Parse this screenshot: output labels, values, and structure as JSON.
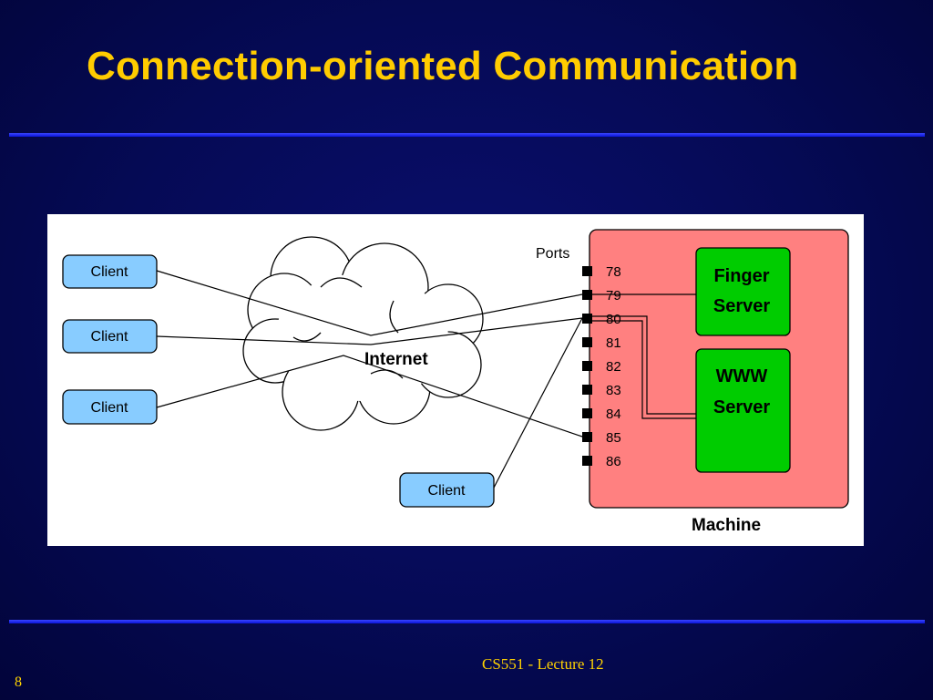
{
  "slide": {
    "title": "Connection-oriented Communication",
    "footer": "CS551 - Lecture 12",
    "page_number": "8"
  },
  "diagram": {
    "clients": [
      "Client",
      "Client",
      "Client",
      "Client"
    ],
    "cloud_label": "Internet",
    "ports_label": "Ports",
    "ports": [
      "78",
      "79",
      "80",
      "81",
      "82",
      "83",
      "84",
      "85",
      "86"
    ],
    "servers": [
      {
        "line1": "Finger",
        "line2": "Server"
      },
      {
        "line1": "WWW",
        "line2": "Server"
      }
    ],
    "machine_label": "Machine",
    "colors": {
      "client": "#88ccff",
      "machine": "#ff8080",
      "server": "#00cc00",
      "title": "#ffcc00"
    }
  }
}
